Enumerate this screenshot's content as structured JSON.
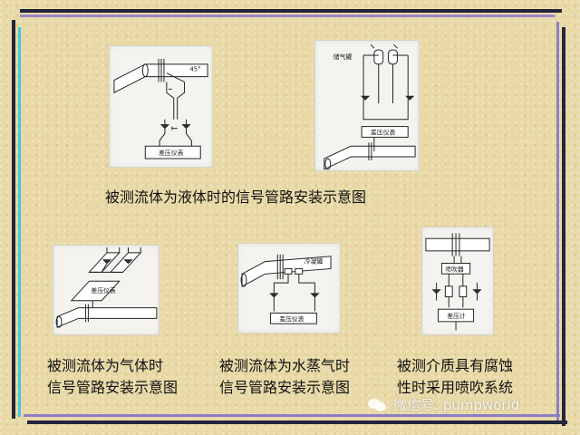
{
  "diagrams": [
    {
      "id": "liquid",
      "caption_lines": [
        "被测流体为液体时的信号管路安装示意图"
      ],
      "labels": {
        "angle": "45°",
        "instrument": "差压仪表"
      }
    },
    {
      "id": "liquid-gas-collector",
      "caption_lines": [],
      "labels": {
        "collector": "储气罐",
        "instrument": "差压仪表"
      }
    },
    {
      "id": "gas",
      "caption_lines": [
        "被测流体为气体时",
        "信号管路安装示意图"
      ],
      "labels": {
        "instrument": "差压仪表"
      }
    },
    {
      "id": "steam",
      "caption_lines": [
        "被测流体为水蒸气时",
        "信号管路安装示意图"
      ],
      "labels": {
        "condenser": "冷凝罐",
        "instrument": "差压仪表"
      }
    },
    {
      "id": "corrosive",
      "caption_lines": [
        "被测介质具有腐蚀",
        "性时采用喷吹系统"
      ],
      "labels": {
        "purge": "喷吹器",
        "instrument": "差压计"
      }
    }
  ],
  "watermark": {
    "text": "微信号: pumpworld",
    "icon": "wechat-icon"
  }
}
